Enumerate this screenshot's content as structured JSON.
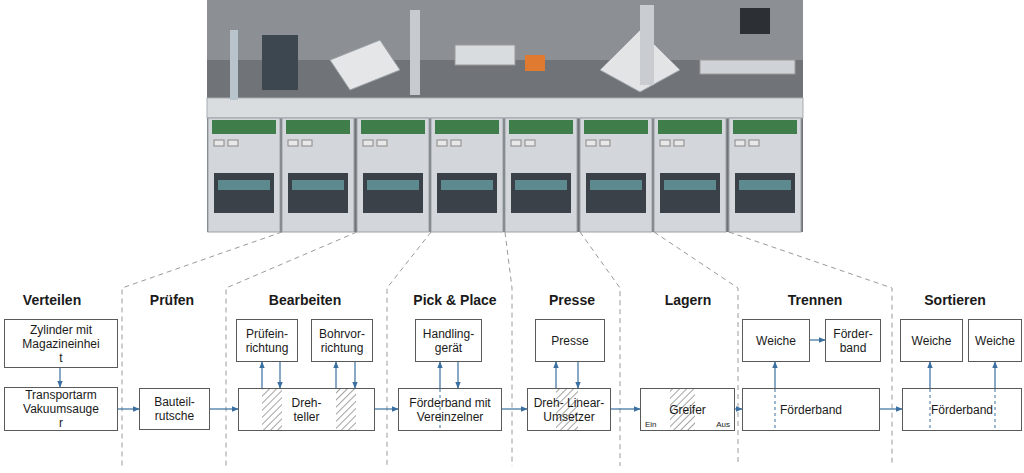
{
  "diagram": {
    "nodes": [
      {
        "text": [
          "Zylinder mit Magazineinhei t"
        ]
      },
      {
        "text": [
          "Transportarm Vakuumsauge r"
        ]
      },
      {
        "text": [
          "Bauteil- rutsche"
        ]
      },
      {
        "text": [
          "Prüfein- richtung"
        ]
      },
      {
        "text": [
          "Bohrvor- richtung"
        ]
      },
      {
        "text": [
          "Dreh- teller"
        ]
      },
      {
        "text": [
          "Handling- gerät"
        ]
      },
      {
        "text": [
          "Förderband mit Vereinzelner"
        ]
      },
      {
        "text": [
          "Presse"
        ]
      },
      {
        "text": [
          "Dreh- Linear- Umsetzer"
        ]
      },
      {
        "text": [
          "Greifer",
          "Ein",
          "Aus"
        ]
      },
      {
        "text": [
          "Weiche"
        ]
      },
      {
        "text": [
          "Förder- band"
        ]
      },
      {
        "text": [
          "Förderband"
        ]
      },
      {
        "text": [
          "Weiche"
        ]
      },
      {
        "text": [
          "Weiche"
        ]
      },
      {
        "text": [
          "Förderband"
        ]
      }
    ],
    "edges": [
      {
        "from": 0,
        "to": 1,
        "arrow": "to"
      },
      {
        "from": 1,
        "to": 2,
        "arrow": "to"
      },
      {
        "from": 2,
        "to": 5,
        "arrow": "to"
      },
      {
        "from": 5,
        "to": 3,
        "arrow": "to"
      },
      {
        "from": 3,
        "to": 5,
        "arrow": "to"
      },
      {
        "from": 5,
        "to": 4,
        "arrow": "to"
      },
      {
        "from": 4,
        "to": 5,
        "arrow": "to"
      },
      {
        "from": 5,
        "to": 7,
        "arrow": "to"
      },
      {
        "from": 7,
        "to": 6,
        "arrow": "to"
      },
      {
        "from": 6,
        "to": 7,
        "arrow": "to"
      },
      {
        "from": 7,
        "to": 9,
        "arrow": "to"
      },
      {
        "from": 9,
        "to": 8,
        "arrow": "to"
      },
      {
        "from": 8,
        "to": 9,
        "arrow": "to"
      },
      {
        "from": 9,
        "to": 10,
        "arrow": "to"
      },
      {
        "from": 10,
        "to": 13,
        "arrow": "to"
      },
      {
        "from": 13,
        "to": 11,
        "arrow": "to"
      },
      {
        "from": 11,
        "to": 12,
        "arrow": "to"
      },
      {
        "from": 13,
        "to": 16,
        "arrow": "to"
      },
      {
        "from": 16,
        "to": 14,
        "arrow": "to"
      },
      {
        "from": 16,
        "to": 15,
        "arrow": "to"
      }
    ],
    "labels": [
      "Verteilen",
      "Prüfen",
      "Bearbeiten",
      "Pick & Place",
      "Presse",
      "Lagern",
      "Trennen",
      "Sortieren"
    ]
  }
}
